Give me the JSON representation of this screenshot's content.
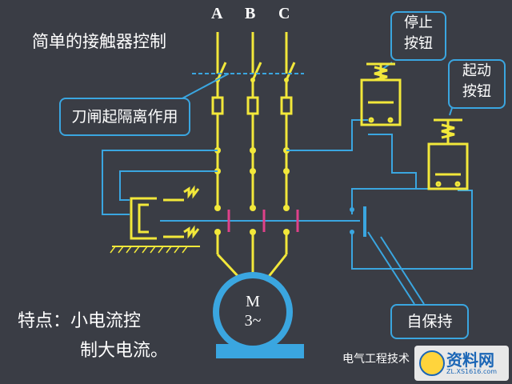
{
  "phases": [
    "A",
    "B",
    "C"
  ],
  "title": "简单的接触器控制",
  "knife_switch_label": "刀闸起隔离作用",
  "stop_button_label": [
    "停止",
    "按钮"
  ],
  "start_button_label": [
    "起动",
    "按钮"
  ],
  "self_hold_label": "自保持",
  "motor": {
    "line1": "M",
    "line2": "3~"
  },
  "feature": {
    "line1": "特点：小电流控",
    "line2": "制大电流。"
  },
  "watermark": {
    "wechat": "电气工程技术",
    "site": "资料网",
    "url": "ZL.XS1616.com"
  },
  "colors": {
    "power": "#f2e83a",
    "control": "#3aa6e0",
    "accent": "#e0418a",
    "background": "#3a3d45"
  }
}
